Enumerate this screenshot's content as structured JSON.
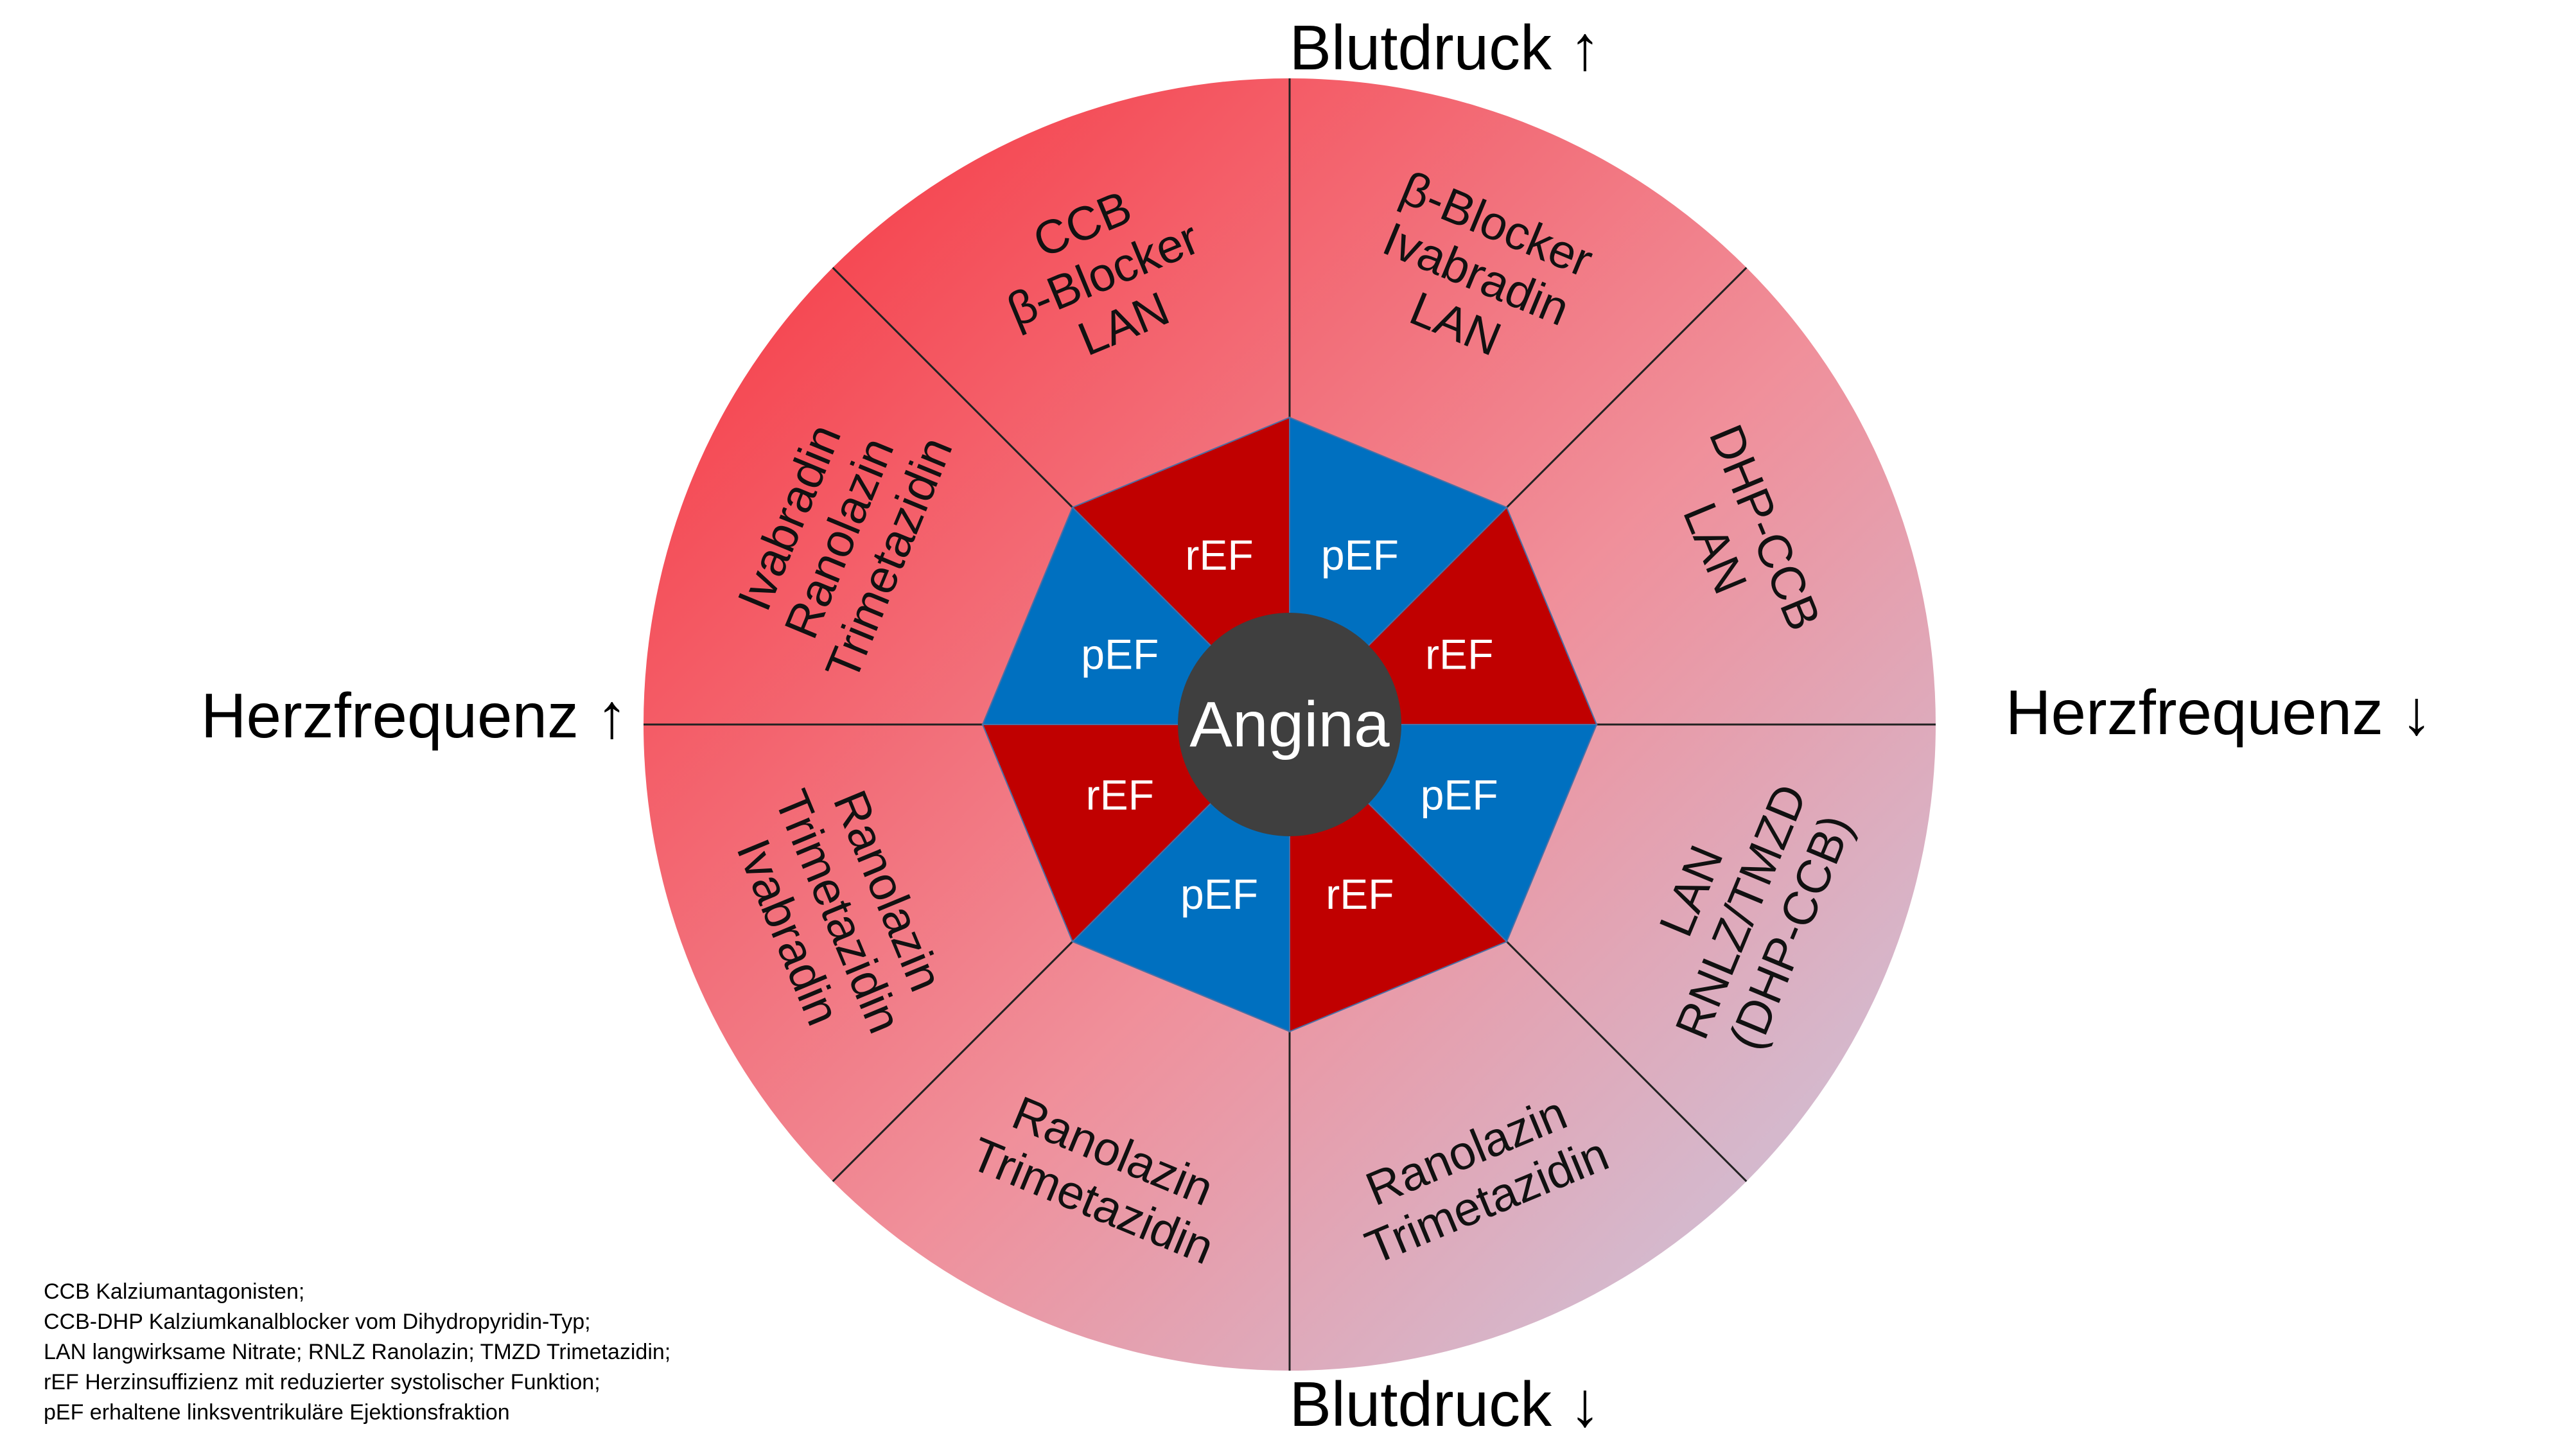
{
  "axes": {
    "top": "Blutdruck ↑",
    "bottom": "Blutdruck ↓",
    "left": "Herzfrequenz ↑",
    "right": "Herzfrequenz ↓"
  },
  "center": {
    "label": "Angina"
  },
  "segments": [
    {
      "lines": [
        "β-Blocker",
        "Ivabradin",
        "LAN"
      ]
    },
    {
      "lines": [
        "DHP-CCB",
        "LAN"
      ]
    },
    {
      "lines": [
        "LAN",
        "RNLZ/TMZD",
        "(DHP-CCB)"
      ]
    },
    {
      "lines": [
        "Ranolazin",
        "Trimetazidin"
      ]
    },
    {
      "lines": [
        "Ranolazin",
        "Trimetazidin"
      ]
    },
    {
      "lines": [
        "Ranolazin",
        "Trimetazidin",
        "Ivabradin"
      ]
    },
    {
      "lines": [
        "Ivabradin",
        "Ranolazin",
        "Trimetazidin"
      ]
    },
    {
      "lines": [
        "CCB",
        "β-Blocker",
        "LAN"
      ]
    }
  ],
  "ring": [
    {
      "label": "rEF",
      "kind": "rEF"
    },
    {
      "label": "pEF",
      "kind": "pEF"
    },
    {
      "label": "rEF",
      "kind": "rEF"
    },
    {
      "label": "pEF",
      "kind": "pEF"
    },
    {
      "label": "rEF",
      "kind": "rEF"
    },
    {
      "label": "pEF",
      "kind": "pEF"
    },
    {
      "label": "rEF",
      "kind": "rEF"
    },
    {
      "label": "pEF",
      "kind": "pEF"
    }
  ],
  "legend": [
    "CCB Kalziumantagonisten;",
    "CCB-DHP Kalziumkanalblocker vom Dihydropyridin-Typ;",
    "LAN langwirksame Nitrate; RNLZ Ranolazin; TMZD Trimetazidin;",
    "rEF Herzinsuffizienz mit reduzierter systolischer Funktion;",
    "pEF erhaltene linksventrikuläre Ejektionsfraktion"
  ],
  "colors": {
    "gradient_start": "#f7303a",
    "gradient_mid": "#f08f9a",
    "gradient_end": "#c7cde6",
    "rEF": "#c00000",
    "pEF": "#0070c0",
    "center": "#3f3f3f"
  }
}
